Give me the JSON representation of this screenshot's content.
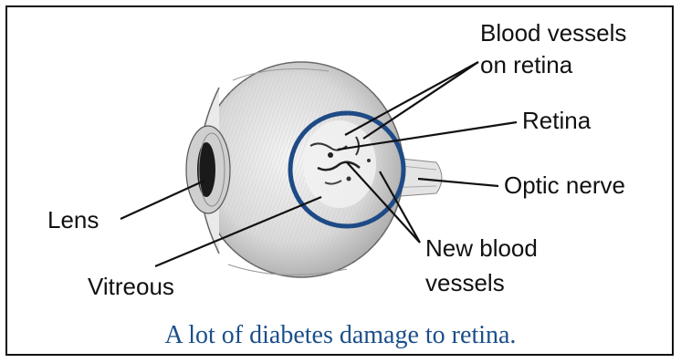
{
  "labels": {
    "blood_vessels_line1": "Blood vessels",
    "blood_vessels_line2": "on retina",
    "retina": "Retina",
    "optic_nerve": "Optic nerve",
    "lens": "Lens",
    "vitreous": "Vitreous",
    "new_blood_line1": "New blood",
    "new_blood_line2": "vessels"
  },
  "caption": "A lot of diabetes damage to retina.",
  "colors": {
    "caption": "#1b4f8a",
    "circle": "#1e4b86",
    "outline": "#111111"
  }
}
